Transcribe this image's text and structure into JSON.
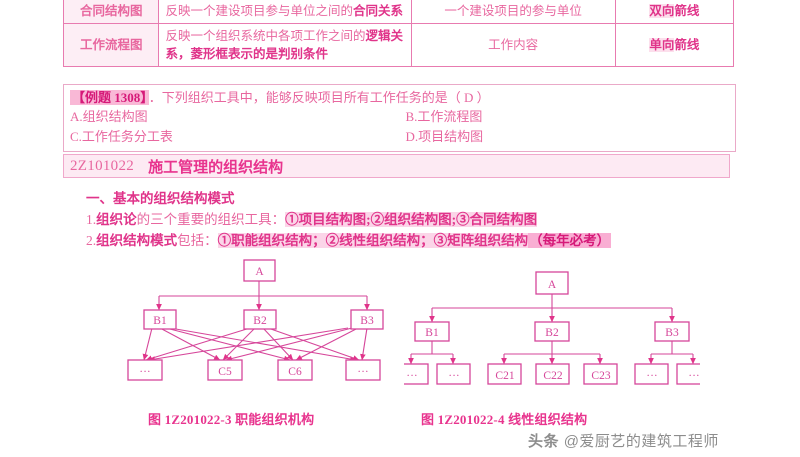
{
  "table": {
    "rows": [
      {
        "name": "合同结构图",
        "desc_plain": "反映一个建设项目参与单位之间的",
        "desc_bold": "合同关系",
        "object": "一个建设项目的参与单位",
        "line_bold": "双向",
        "line_rest": "箭线"
      },
      {
        "name": "工作流程图",
        "desc_plain": "反映一个组织系统中各项工作之间的",
        "desc_bold": "逻辑关系，菱形框表示的是判别条件",
        "object": "工作内容",
        "line_bold": "单向",
        "line_rest": "箭线"
      }
    ]
  },
  "example": {
    "tag": "【例题 1308】",
    "stem": "．下列组织工具中，能够反映项目所有工作任务的是（ D ）",
    "options": [
      {
        "label": "A.组织结构图"
      },
      {
        "label": "B.工作流程图"
      },
      {
        "label": "C.工作任务分工表"
      },
      {
        "label": "D.项目结构图"
      }
    ]
  },
  "section": {
    "number": "2Z101022",
    "title": "施工管理的组织结构"
  },
  "content": {
    "heading": "一、基本的组织结构模式",
    "item1": {
      "prefix": "1.",
      "emph": "组织论",
      "mid": "的三个重要的组织工具：",
      "highlight": "①项目结构图;②组织结构图;③合同结构图"
    },
    "item2": {
      "prefix": "2.",
      "emph": "组织结构模式",
      "mid": "包括：",
      "highlight": "①职能组织结构；②线性组织结构；③矩阵组织结构",
      "badge": "（每年必考）"
    }
  },
  "diagrams": {
    "left": {
      "caption": "图 1Z201022-3  职能组织机构",
      "root": "A",
      "level2": [
        "B1",
        "B2",
        "B3"
      ],
      "level3": [
        "···",
        "C5",
        "C6",
        "···"
      ],
      "type": "functional-cross-linked"
    },
    "right": {
      "caption": "图 1Z201022-4  线性组织结构",
      "root": "A",
      "level2": [
        "B1",
        "B2",
        "B3"
      ],
      "level3_groups": [
        [
          "···",
          "···"
        ],
        [
          "C21",
          "C22",
          "C23"
        ],
        [
          "···",
          "···"
        ]
      ],
      "type": "linear-tree"
    }
  },
  "watermark": {
    "platform": "头条",
    "handle": "@爱厨艺的建筑工程师"
  },
  "colors": {
    "ink": "#e8679f",
    "ink_bold": "#e0348a",
    "border": "#e87bb0",
    "highlight_light": "#fbd5e8",
    "highlight_strong": "#f9aed3",
    "watermark": "#8d8d8d"
  }
}
